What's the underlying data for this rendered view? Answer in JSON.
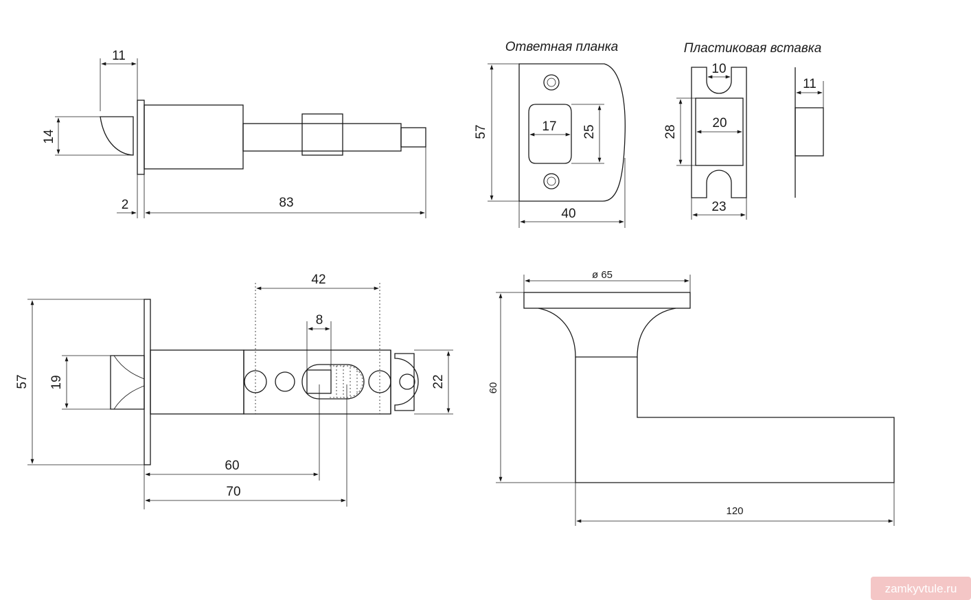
{
  "captions": {
    "strike_plate": "Ответная планка",
    "plastic_insert": "Пластиковая вставка"
  },
  "latch_top": {
    "d_11": "11",
    "d_14": "14",
    "d_2": "2",
    "d_83": "83"
  },
  "strike": {
    "d_57": "57",
    "d_17": "17",
    "d_25": "25",
    "d_40": "40"
  },
  "insert": {
    "d_10": "10",
    "d_20": "20",
    "d_28": "28",
    "d_23": "23",
    "d_11": "11"
  },
  "latch_front": {
    "d_42": "42",
    "d_8": "8",
    "d_57": "57",
    "d_19": "19",
    "d_22": "22",
    "d_60": "60",
    "d_70": "70"
  },
  "handle": {
    "d_65": "ø 65",
    "d_60": "60",
    "d_120": "120"
  },
  "watermark": "zamkyvtule.ru"
}
